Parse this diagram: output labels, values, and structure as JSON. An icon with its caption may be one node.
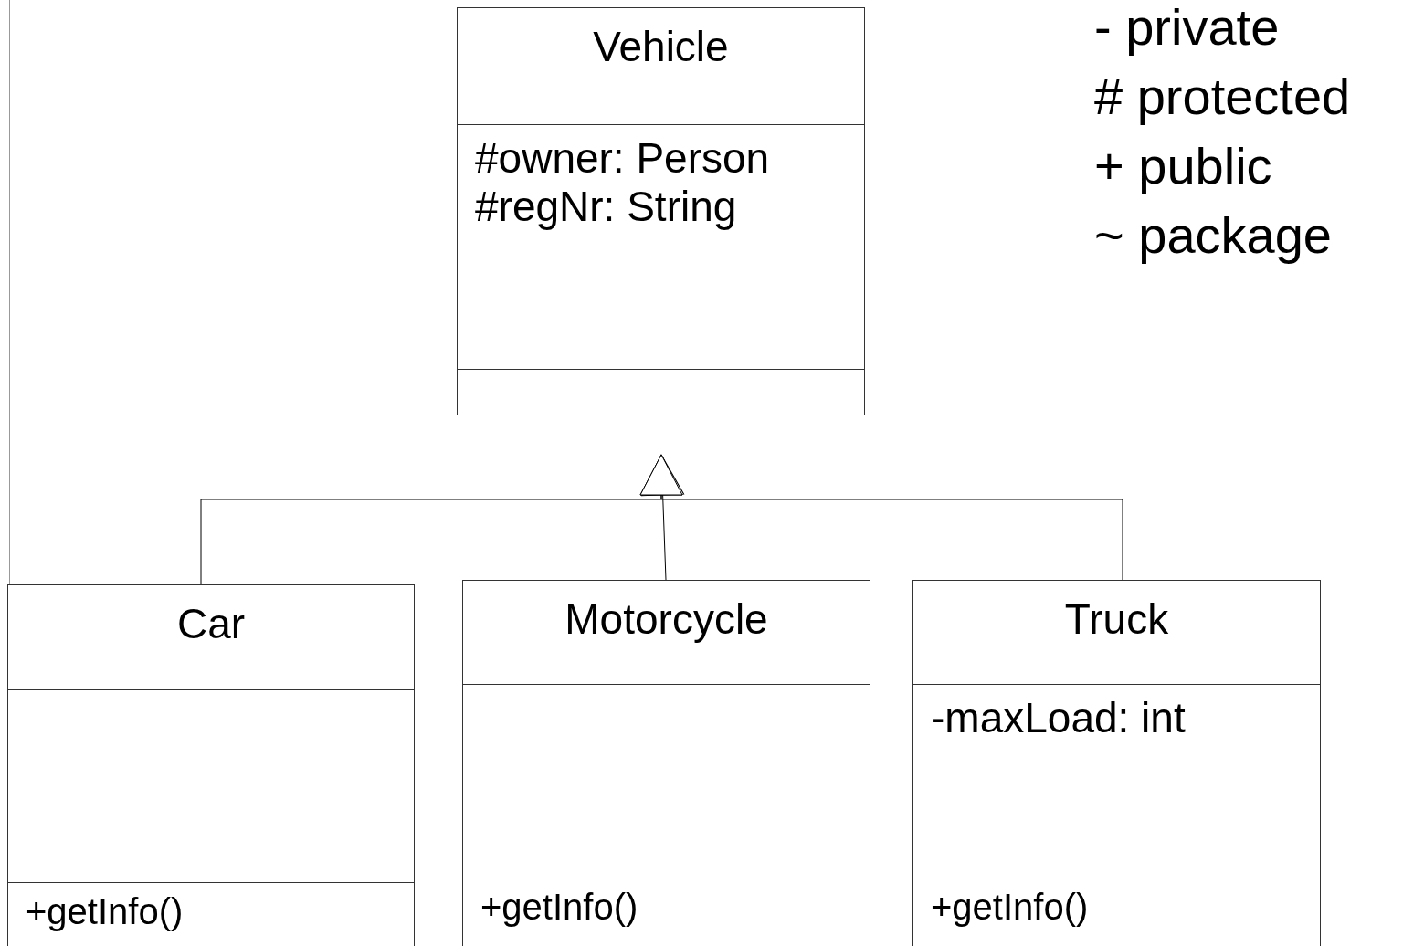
{
  "diagram": {
    "nodes": [
      {
        "text": [
          "Vehicle",
          "#owner: Person",
          "#regNr: String"
        ]
      },
      {
        "text": [
          "Car",
          "+getInfo()"
        ]
      },
      {
        "text": [
          "Motorcycle",
          "+getInfo()"
        ]
      },
      {
        "text": [
          "Truck",
          "-maxLoad: int",
          "+getInfo()"
        ]
      }
    ],
    "edges": [
      {
        "from": 1,
        "to": 0,
        "arrow": "to"
      },
      {
        "from": 2,
        "to": 0,
        "arrow": "to"
      },
      {
        "from": 3,
        "to": 0,
        "arrow": "to"
      }
    ],
    "labels": [
      "- private",
      "# protected",
      "+ public",
      "~ package"
    ]
  }
}
